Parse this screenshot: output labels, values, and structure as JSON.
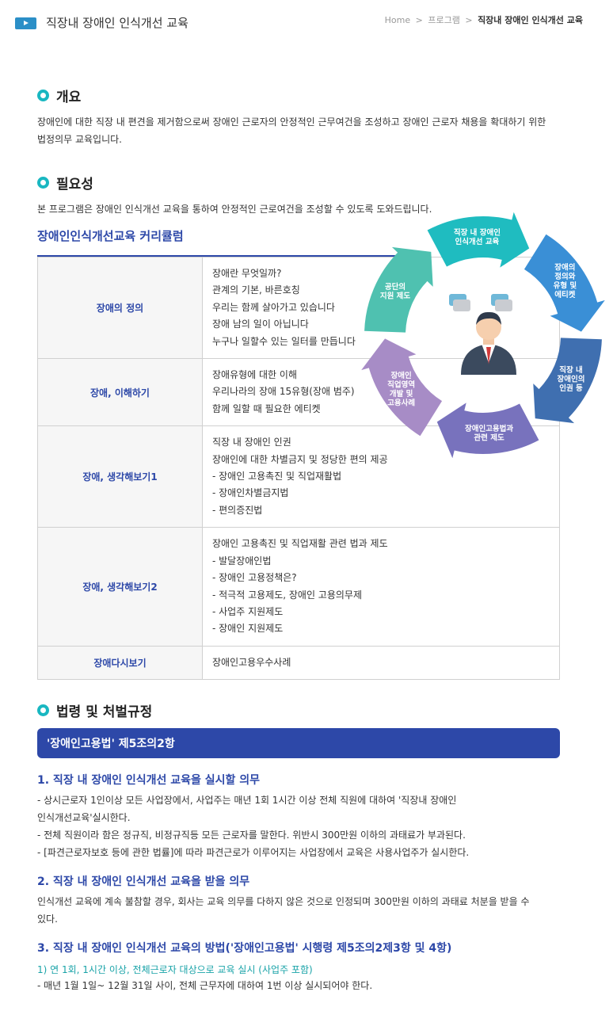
{
  "header": {
    "title": "직장내 장애인 인식개선 교육",
    "breadcrumb": [
      "Home",
      "프로그램",
      "직장내 장애인 인식개선 교육"
    ]
  },
  "overview": {
    "heading": "개요",
    "text": "장애인에 대한 직장 내 편견을 제거함으로써 장애인 근로자의 안정적인 근무여건을 조성하고 장애인 근로자 채용을 확대하기 위한 법정의무 교육입니다."
  },
  "necessity": {
    "heading": "필요성",
    "text": "본 프로그램은 장애인 인식개선 교육을 통하여 안정적인 근로여건을 조성할 수 있도록 도와드립니다."
  },
  "curriculum": {
    "title": "장애인인식개선교육 커리큘럼",
    "rows": [
      {
        "key": "장애의 정의",
        "lines": [
          "장애란 무엇일까?",
          "관계의 기본, 바른호칭",
          "우리는 함께 살아가고 있습니다",
          "장애 남의 일이 아닙니다",
          "누구나 일할수 있는 일터를 만듭니다"
        ]
      },
      {
        "key": "장애, 이해하기",
        "lines": [
          "장애유형에 대한 이해",
          "우리나라의 장애 15유형(장애 범주)",
          "함께 일할 때 필요한 에티켓"
        ]
      },
      {
        "key": "장애, 생각해보기1",
        "lines": [
          "직장 내 장애인 인권",
          "장애인에 대한 차별금지 및 정당한 편의 제공",
          "- 장애인 고용촉진 및 직업재활법",
          "- 장애인차별금지법",
          "- 편의증진법"
        ]
      },
      {
        "key": "장애, 생각해보기2",
        "lines": [
          "장애인 고용촉진 및 직업재활 관련 법과 제도",
          "- 발달장애인법",
          "- 장애인 고용정책은?",
          "- 적극적 고용제도, 장애인 고용의무제",
          "- 사업주 지원제도",
          "- 장애인 지원제도"
        ]
      },
      {
        "key": "장애다시보기",
        "lines": [
          "장애인고용우수사례"
        ]
      }
    ]
  },
  "cycle": {
    "colors": [
      "#1fbcc0",
      "#3a8fd6",
      "#3f6fb0",
      "#7872bd",
      "#a78cc6",
      "#4fc1b0"
    ],
    "segments": [
      [
        "직장 내 장애인",
        "인식개선 교육"
      ],
      [
        "장애의",
        "정의와",
        "유형 및",
        "에티켓"
      ],
      [
        "직장 내",
        "장애인의",
        "인권 등"
      ],
      [
        "장애인고용법과",
        "관련 제도"
      ],
      [
        "장애인",
        "직업영역",
        "개발 및",
        "고용사례"
      ],
      [
        "공단의",
        "지원 제도"
      ]
    ]
  },
  "law": {
    "heading": "법령 및 처벌규정",
    "bar": "'장애인고용법' 제5조의2항",
    "sec1": {
      "title": "1. 직장 내 장애인 인식개선 교육을 실시할 의무",
      "lines": [
        "- 상시근로자 1인이상 모든 사업장에서, 사업주는 매년 1회 1시간 이상 전체 직원에 대하여 '직장내 장애인",
        "인식개선교육'실시한다.",
        "- 전체 직원이라 함은 정규직, 비정규직등 모든 근로자를 말한다. 위반시 300만원 이하의 과태료가 부과된다.",
        "- [파견근로자보호 등에 관한 법률]에 따라 파견근로가 이루어지는 사업장에서 교육은 사용사업주가 실시한다."
      ]
    },
    "sec2": {
      "title": "2. 직장 내 장애인 인식개선 교육을 받을 의무",
      "lines": [
        "인식개선 교육에 계속 불참할 경우, 회사는 교육 의무를 다하지 않은 것으로 인정되며 300만원 이하의 과태료 처분을 받을 수",
        "있다."
      ]
    },
    "sec3": {
      "title": "3. 직장 내 장애인 인식개선 교육의 방법('장애인고용법' 시행령 제5조의2제3항 및 4항)",
      "sub": "1) 연 1회, 1시간 이상, 전체근로자 대상으로 교육 실시 (사업주 포함)",
      "line": "- 매년 1월 1일~ 12월 31일 사이, 전체 근무자에 대하여 1번 이상 실시되어야 한다."
    }
  }
}
